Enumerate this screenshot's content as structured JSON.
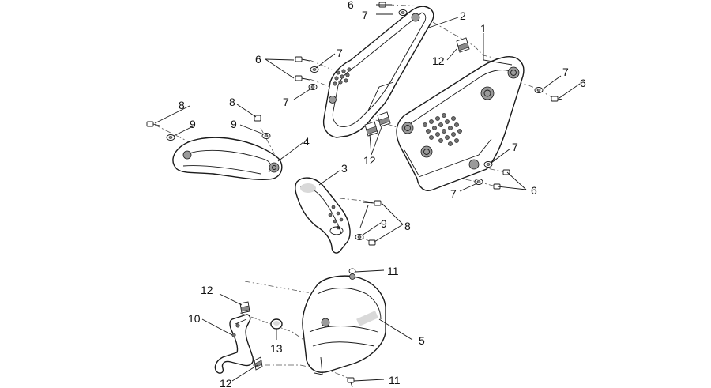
{
  "diagram": {
    "colors": {
      "line": "#1a1a1a",
      "hole": "#6f6f6f",
      "paper": "#ffffff"
    },
    "callouts": {
      "c1": "1",
      "c2": "2",
      "c3": "3",
      "c4": "4",
      "c5": "5",
      "c6a": "6",
      "c6b": "6",
      "c6c": "6",
      "c6d": "6",
      "c7a": "7",
      "c7b": "7",
      "c7c": "7",
      "c7d": "7",
      "c7e": "7",
      "c7f": "7",
      "c8a": "8",
      "c8b": "8",
      "c8c": "8",
      "c9a": "9",
      "c9b": "9",
      "c9c": "9",
      "c10": "10",
      "c11a": "11",
      "c11b": "11",
      "c12a": "12",
      "c12b": "12",
      "c12c": "12",
      "c12d": "12",
      "c13": "13"
    }
  }
}
